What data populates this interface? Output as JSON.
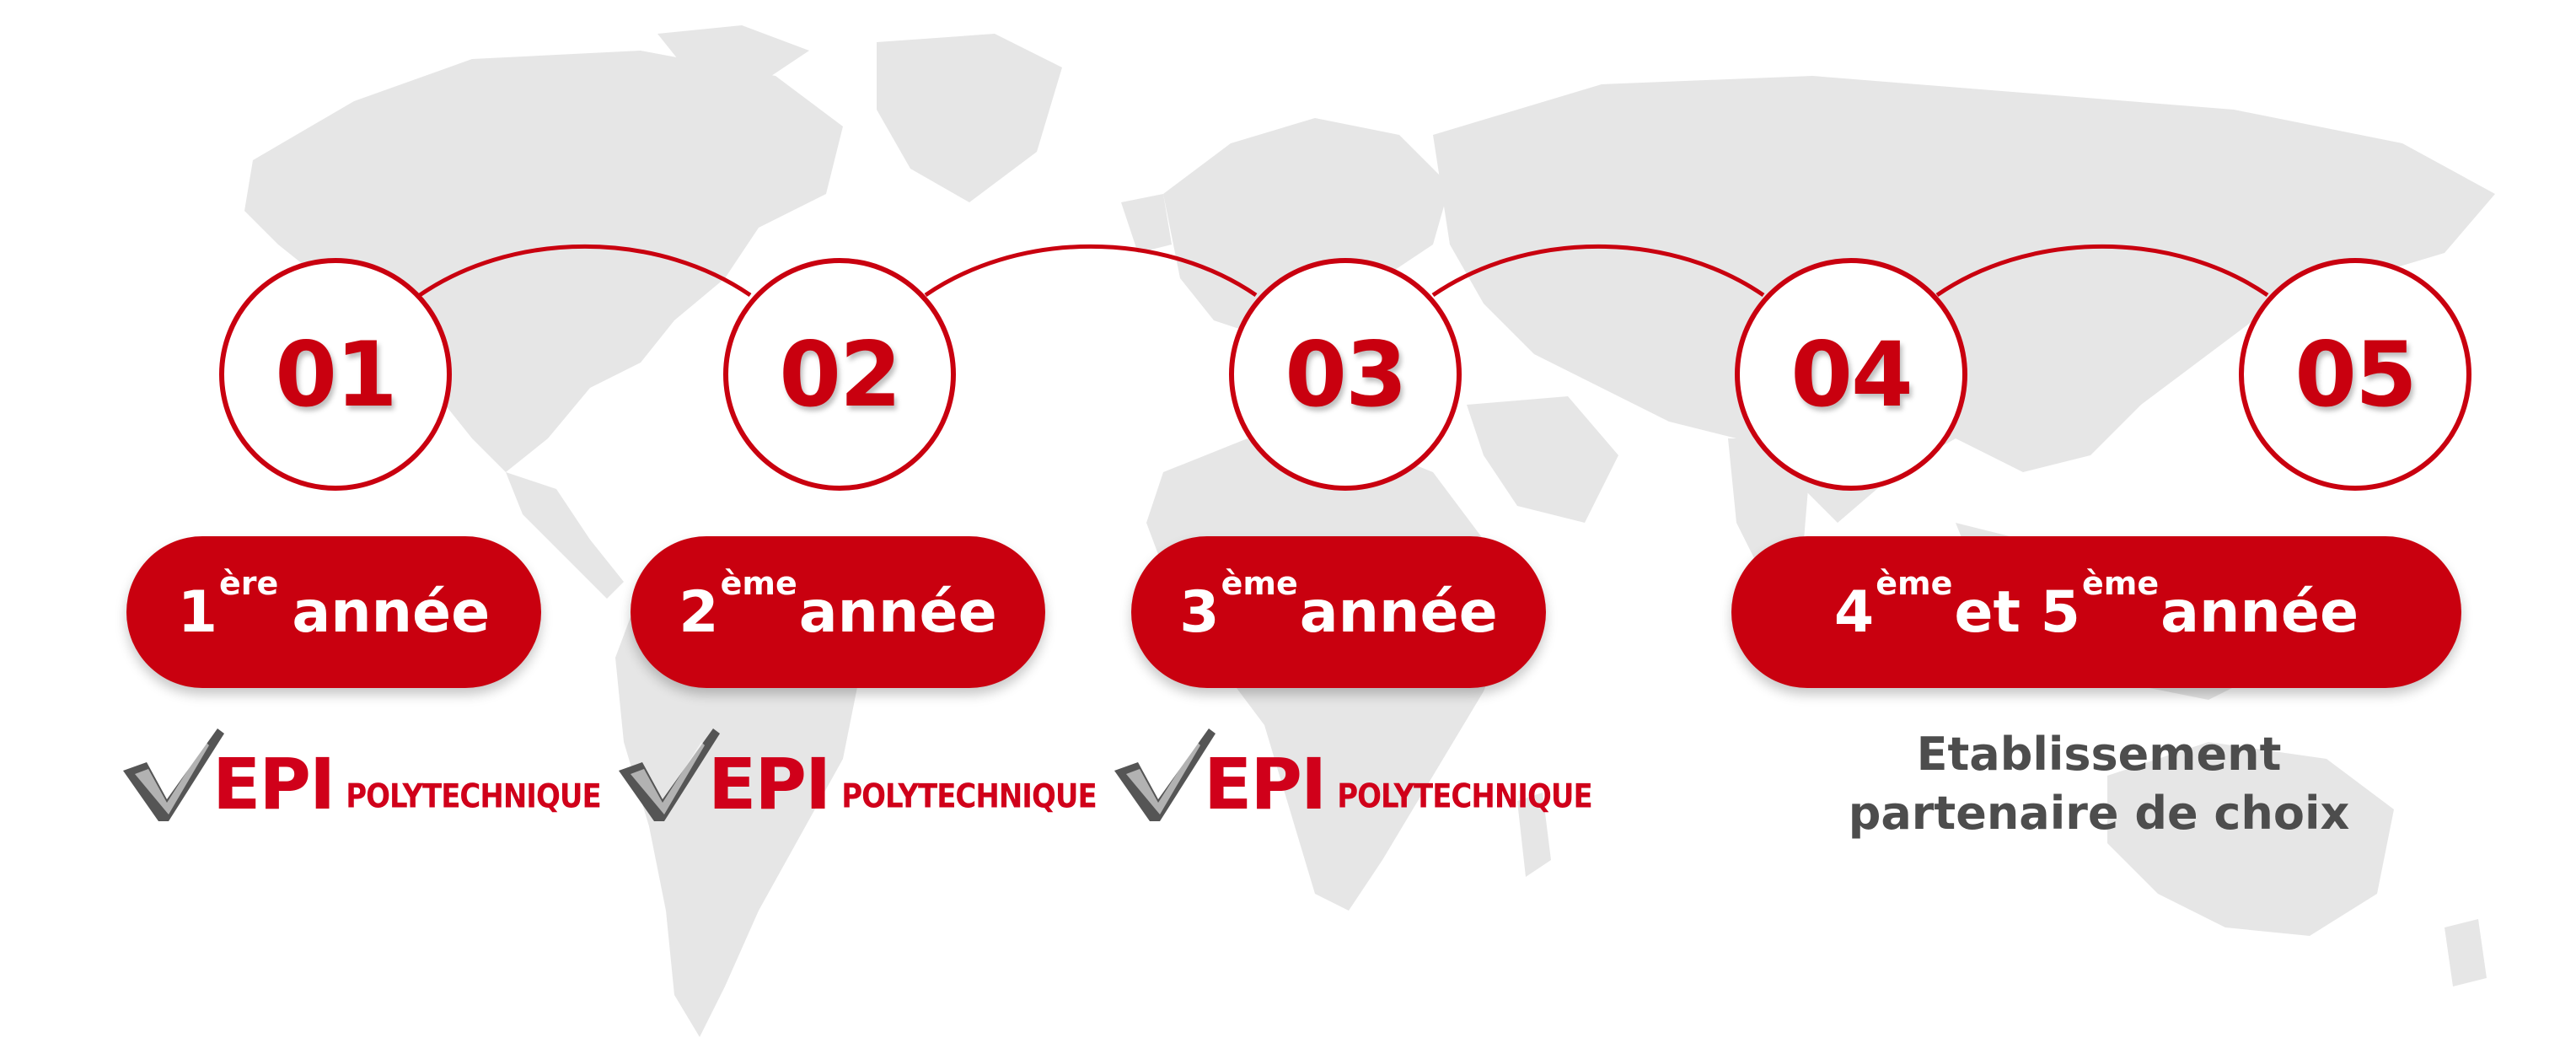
{
  "steps": [
    {
      "number": "01",
      "label_num": "1",
      "label_sup": "ère",
      "label_text": "année"
    },
    {
      "number": "02",
      "label_num": "2",
      "label_sup": "ème",
      "label_text": "année"
    },
    {
      "number": "03",
      "label_num": "3",
      "label_sup": "ème",
      "label_text": "année"
    },
    {
      "number": "04"
    },
    {
      "number": "05"
    }
  ],
  "combined": {
    "num_a": "4",
    "sup_a": "ème",
    "mid": "et 5",
    "sup_b": "ème",
    "text": "année"
  },
  "logo": {
    "epi": "EPI",
    "poly": "POLYTECHNIQUE"
  },
  "partner": {
    "line1": "Etablissement",
    "line2": "partenaire de choix"
  },
  "colors": {
    "accent": "#c9000f",
    "map": "#e6e6e6",
    "text_gray": "#4d4d4d",
    "logo_gray": "#555555"
  }
}
